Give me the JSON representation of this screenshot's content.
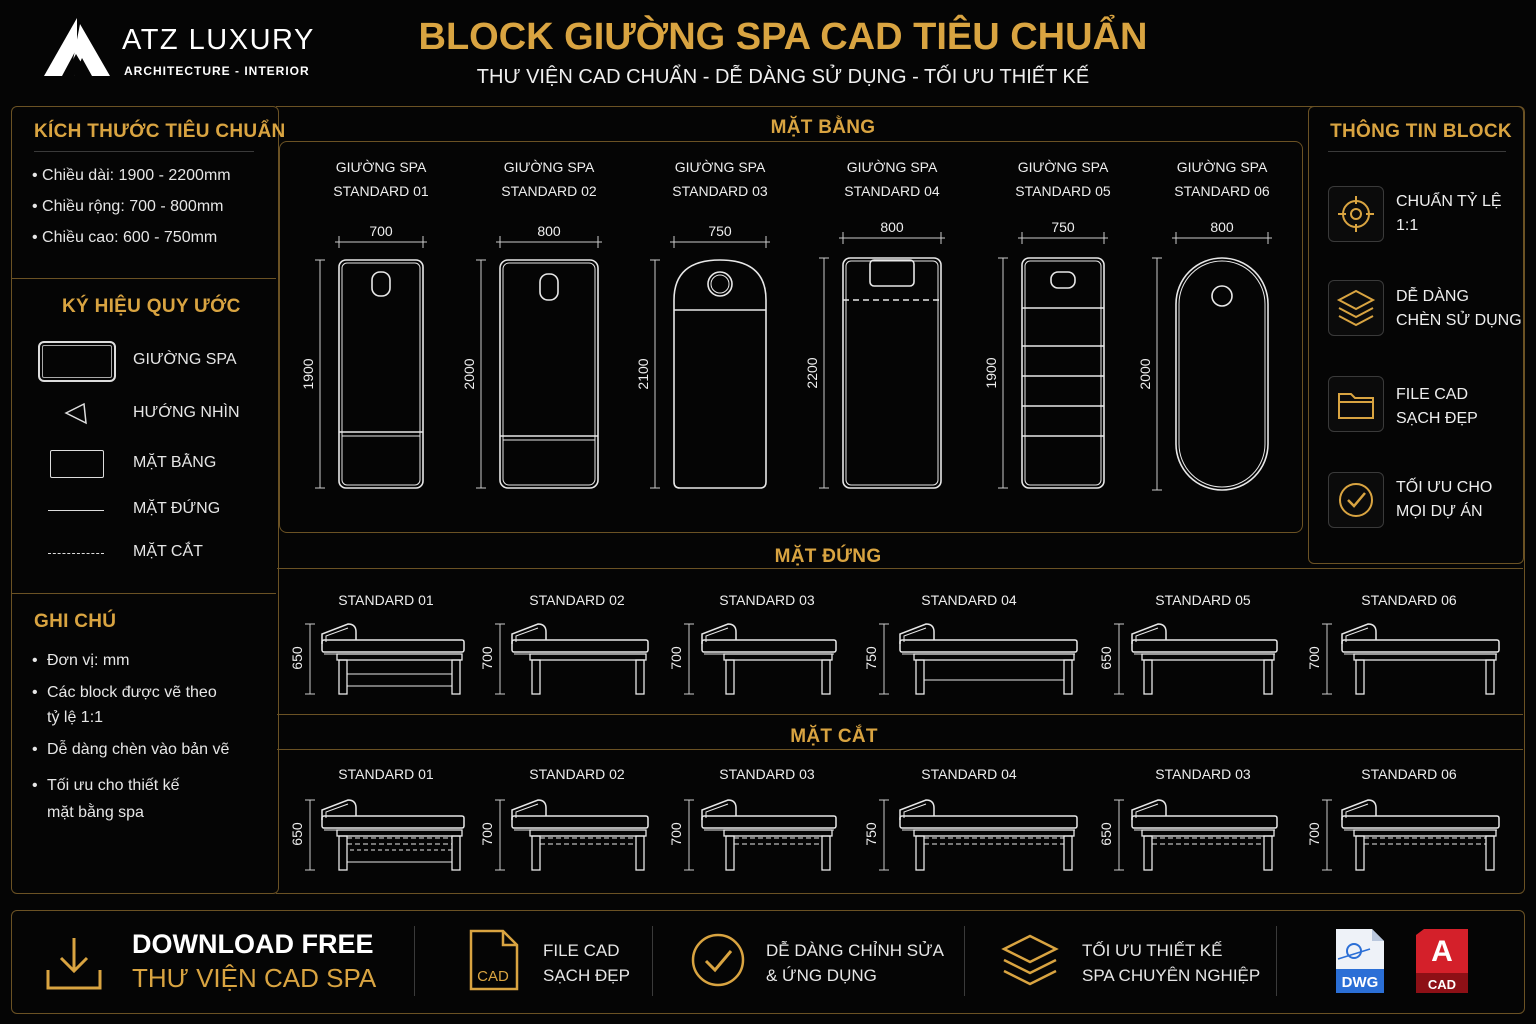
{
  "brand": {
    "name": "ATZ LUXURY",
    "tagline": "ARCHITECTURE - INTERIOR"
  },
  "header": {
    "title": "BLOCK GIƯỜNG SPA CAD TIÊU CHUẨN",
    "subtitle": "THƯ VIỆN CAD CHUẨN - DỄ DÀNG SỬ DỤNG - TỐI ƯU THIẾT KẾ"
  },
  "dimensions": {
    "title": "KÍCH THƯỚC TIÊU CHUẨN",
    "items": [
      "• Chiều dài:  1900 - 2200mm",
      "• Chiều rộng:  700 - 800mm",
      "• Chiều cao:  600 - 750mm"
    ]
  },
  "legend": {
    "title": "KÝ HIỆU QUY ƯỚC",
    "items": [
      "GIƯỜNG SPA",
      "HƯỚNG NHÌN",
      "MẶT BẰNG",
      "MẶT ĐỨNG",
      "MẶT CẮT"
    ]
  },
  "notes": {
    "title": "GHI CHÚ",
    "items": [
      "Đơn vị: mm",
      "Các block được vẽ theo",
      "tỷ lệ 1:1",
      "Dễ dàng chèn vào bản vẽ",
      "Tối ưu cho thiết kế",
      "mặt bằng spa"
    ]
  },
  "plan": {
    "title": "MẶT BẰNG",
    "beds": [
      {
        "line1": "GIƯỜNG SPA",
        "line2": "STANDARD 01",
        "width": "700",
        "length": "1900"
      },
      {
        "line1": "GIƯỜNG SPA",
        "line2": "STANDARD 02",
        "width": "800",
        "length": "2000"
      },
      {
        "line1": "GIƯỜNG SPA",
        "line2": "STANDARD 03",
        "width": "750",
        "length": "2100"
      },
      {
        "line1": "GIƯỜNG SPA",
        "line2": "STANDARD 04",
        "width": "800",
        "length": "2200"
      },
      {
        "line1": "GIƯỜNG SPA",
        "line2": "STANDARD 05",
        "width": "750",
        "length": "1900"
      },
      {
        "line1": "GIƯỜNG SPA",
        "line2": "STANDARD 06",
        "width": "800",
        "length": "2000"
      }
    ]
  },
  "elevation": {
    "title": "MẶT ĐỨNG",
    "items": [
      {
        "name": "STANDARD 01",
        "height": "650"
      },
      {
        "name": "STANDARD 02",
        "height": "700"
      },
      {
        "name": "STANDARD 03",
        "height": "700"
      },
      {
        "name": "STANDARD 04",
        "height": "750"
      },
      {
        "name": "STANDARD 05",
        "height": "650"
      },
      {
        "name": "STANDARD 06",
        "height": "700"
      }
    ]
  },
  "section": {
    "title": "MẶT CẮT",
    "items": [
      {
        "name": "STANDARD 01",
        "height": "650"
      },
      {
        "name": "STANDARD 02",
        "height": "700"
      },
      {
        "name": "STANDARD 03",
        "height": "700"
      },
      {
        "name": "STANDARD 04",
        "height": "750"
      },
      {
        "name": "STANDARD 03",
        "height": "650"
      },
      {
        "name": "STANDARD 06",
        "height": "700"
      }
    ]
  },
  "info": {
    "title": "THÔNG TIN BLOCK",
    "items": [
      {
        "line1": "CHUẨN TỶ LỆ",
        "line2": "1:1",
        "icon": "target-icon"
      },
      {
        "line1": "DỄ DÀNG",
        "line2": "CHÈN SỬ DỤNG",
        "icon": "layers-icon"
      },
      {
        "line1": "FILE CAD",
        "line2": "SẠCH ĐẸP",
        "icon": "folder-icon"
      },
      {
        "line1": "TỐI ƯU CHO",
        "line2": "MỌI DỰ ÁN",
        "icon": "check-circle-icon"
      }
    ]
  },
  "footer": {
    "download_line1": "DOWNLOAD FREE",
    "download_line2": "THƯ VIỆN CAD SPA",
    "features": [
      {
        "line1": "FILE CAD",
        "line2": "SẠCH ĐẸP",
        "icon": "cad-file-icon",
        "icon_text": "CAD"
      },
      {
        "line1": "DỄ DÀNG CHỈNH SỬA",
        "line2": "& ỨNG DỤNG",
        "icon": "check-circle-icon"
      },
      {
        "line1": "TỐI ƯU THIẾT KẾ",
        "line2": "SPA CHUYÊN NGHIỆP",
        "icon": "layers-icon"
      }
    ],
    "dwg_label": "DWG",
    "cad_letter": "A",
    "cad_label": "CAD"
  },
  "colors": {
    "gold": "#d9a441",
    "background": "#050505",
    "border": "#6b5224",
    "dwg_blue": "#2b6fd6",
    "cad_red": "#d4202a"
  }
}
